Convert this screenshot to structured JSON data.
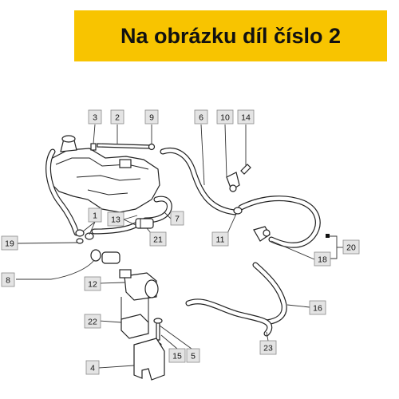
{
  "banner": {
    "text": "Na obrázku díl číslo 2",
    "color": "#f8c400"
  },
  "callouts": [
    "1",
    "2",
    "3",
    "4",
    "5",
    "6",
    "8",
    "9",
    "10",
    "11",
    "12",
    "13",
    "14",
    "15",
    "16",
    "18",
    "19",
    "20",
    "21",
    "22",
    "23"
  ]
}
